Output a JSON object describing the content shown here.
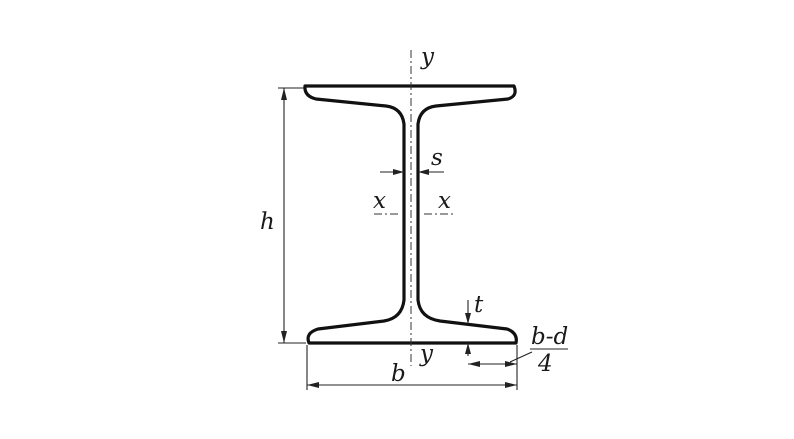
{
  "labels": {
    "axis_y_top": "y",
    "axis_y_bottom": "y",
    "axis_x_left": "x",
    "axis_x_right": "x",
    "height": "h",
    "width": "b",
    "web_thickness": "s",
    "flange_thickness": "t",
    "slope_numerator": "b-d",
    "slope_denominator": "4"
  }
}
